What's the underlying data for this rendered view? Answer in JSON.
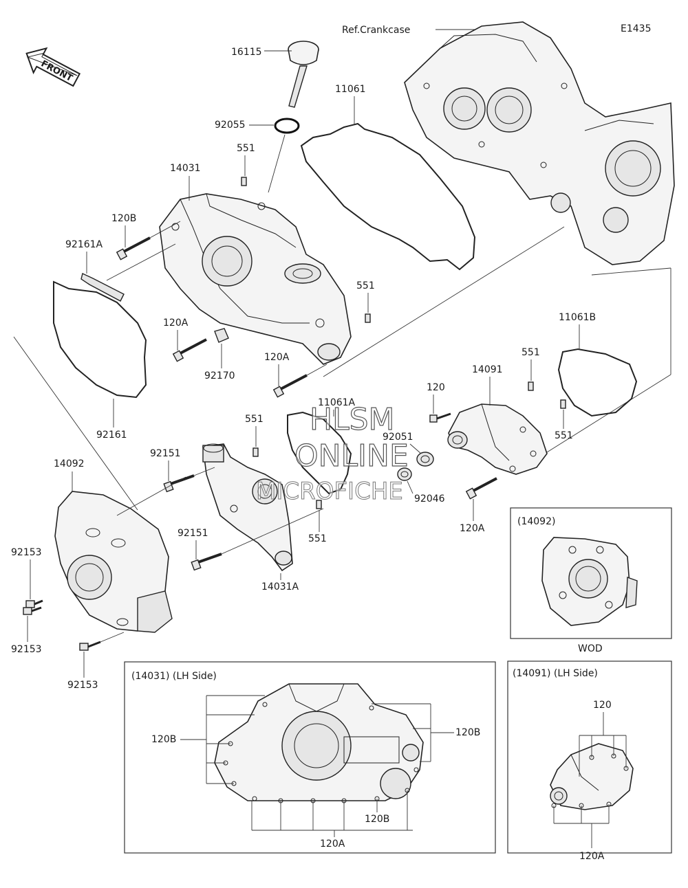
{
  "diagram_code": "E1435",
  "ref_label": "Ref.Crankcase",
  "front_label": "FRONT",
  "watermark": {
    "line1": "HLSM",
    "line2": "ONLINE",
    "line3": "MICROFICHE"
  },
  "parts": {
    "p16115": "16115",
    "p92055": "92055",
    "p11061": "11061",
    "p551_a": "551",
    "p14031": "14031",
    "p120B_main": "120B",
    "p92161A": "92161A",
    "p120A_a": "120A",
    "p92170": "92170",
    "p551_b": "551",
    "p120A_b": "120A",
    "p92161": "92161",
    "p11061B": "11061B",
    "p551_c": "551",
    "p14091": "14091",
    "p120": "120",
    "p551_d": "551",
    "p11061A": "11061A",
    "p92051": "92051",
    "p92046": "92046",
    "p120A_c": "120A",
    "p551_e": "551",
    "p92151_a": "92151",
    "p14092": "14092",
    "p92153_a": "92153",
    "p92151_b": "92151",
    "p551_f": "551",
    "p14031A": "14031A",
    "p92153_b": "92153",
    "p92153_c": "92153"
  },
  "insets": {
    "wod": {
      "title": "(14092)",
      "caption": "WOD"
    },
    "lh_14031": {
      "title": "(14031)  (LH Side)",
      "l_120B_left": "120B",
      "l_120B_right": "120B",
      "l_120B_bottom": "120B",
      "l_120A": "120A"
    },
    "lh_14091": {
      "title": "(14091)  (LH Side)",
      "l_120": "120",
      "l_120A": "120A"
    }
  }
}
